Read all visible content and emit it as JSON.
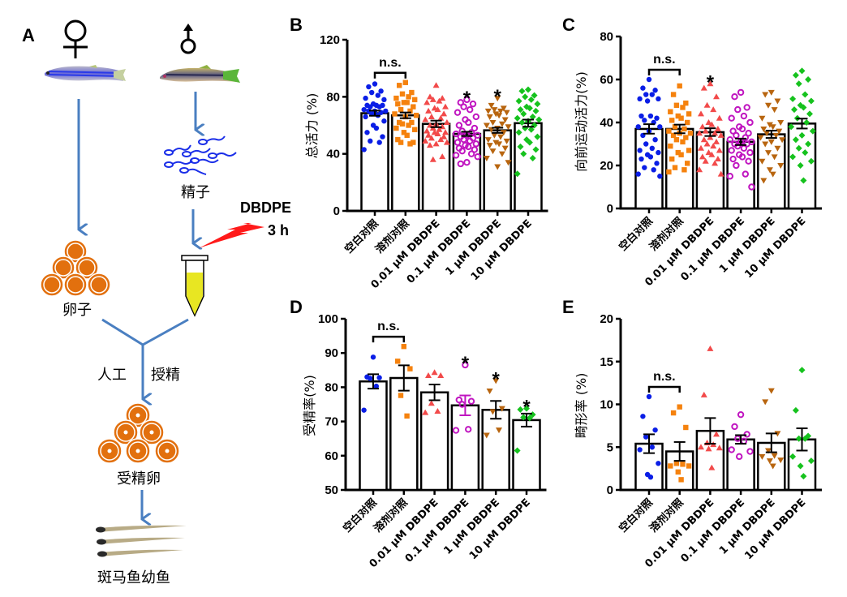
{
  "figure": {
    "panel_a": {
      "letter": "A",
      "female_symbol": "♀",
      "male_symbol": "♂",
      "sperm_label": "精子",
      "treatment_label": "DBDPE",
      "treatment_time": "3 h",
      "egg_label": "卵子",
      "fertilization_left": "人工",
      "fertilization_right": "授精",
      "fertilized_egg_label": "受精卵",
      "larvae_label": "斑马鱼幼鱼",
      "icons": [
        "female-zebrafish-icon",
        "male-zebrafish-icon",
        "sperm-icon",
        "lightning-bolt-icon",
        "test-tube-icon",
        "egg-cluster-icon",
        "fertilized-egg-cluster-icon",
        "larvae-icon"
      ],
      "colors": {
        "arrow": "#4a7fc1",
        "egg": "#e2700e",
        "tube_liquid": "#e8e622",
        "bolt": "#ff1a1a",
        "sperm": "#1a2ee8"
      }
    }
  },
  "chart_data": [
    {
      "panel": "B",
      "type": "bar",
      "title": "",
      "xlabel": "",
      "ylabel": "总活力 (%)",
      "ylim": [
        0,
        120
      ],
      "yticks": [
        0,
        40,
        80,
        120
      ],
      "categories": [
        "空白对照",
        "溶剂对照",
        "0.01 μM DBDPE",
        "0.1 μM DBDPE",
        "1 μM DBDPE",
        "10 μM DBDPE"
      ],
      "values": [
        68.5,
        67,
        61,
        54,
        56.5,
        61.5
      ],
      "sem": [
        1.8,
        2.0,
        2.3,
        1.5,
        1.8,
        2.5
      ],
      "significance": [
        "",
        "",
        "",
        "*",
        "*",
        ""
      ],
      "bracket": {
        "from": 0,
        "to": 1,
        "label": "n.s."
      },
      "points": [
        [
          89,
          87,
          84,
          83,
          81,
          79,
          78,
          75,
          74,
          74,
          74,
          73,
          73,
          71,
          70,
          70,
          70,
          69,
          68,
          67,
          66,
          63,
          60,
          58,
          55,
          52,
          49,
          48,
          43
        ],
        [
          90,
          88,
          83,
          82,
          80,
          79,
          78,
          76,
          76,
          75,
          73,
          71,
          70,
          68,
          67,
          66,
          62,
          62,
          61,
          60,
          58,
          57,
          55,
          53,
          50,
          48,
          48,
          47
        ],
        [
          88,
          80,
          79,
          78,
          77,
          76,
          73,
          72,
          71,
          70,
          68,
          66,
          65,
          64,
          62,
          61,
          60,
          59,
          58,
          57,
          56,
          55,
          55,
          54,
          53,
          52,
          51,
          50,
          49,
          48,
          47,
          46,
          38,
          36
        ],
        [
          78,
          76,
          75,
          73,
          71,
          69,
          66,
          64,
          62,
          60,
          58,
          56,
          55,
          54,
          53,
          53,
          52,
          51,
          50,
          49,
          48,
          47,
          46,
          45,
          44,
          43,
          42,
          40,
          39,
          38,
          34,
          33
        ],
        [
          79,
          74,
          72,
          71,
          70,
          70,
          69,
          68,
          67,
          66,
          64,
          62,
          61,
          60,
          59,
          58,
          57,
          55,
          53,
          52,
          50,
          49,
          48,
          47,
          46,
          44,
          42,
          40,
          37,
          34,
          31
        ],
        [
          85,
          84,
          81,
          80,
          78,
          77,
          75,
          73,
          72,
          71,
          70,
          68,
          66,
          65,
          64,
          63,
          62,
          60,
          58,
          57,
          55,
          52,
          50,
          48,
          45,
          43,
          40,
          37,
          26
        ]
      ],
      "series_colors": [
        "#0a1ee6",
        "#f5820e",
        "#f24a4a",
        "#c015c0",
        "#b8650f",
        "#16c21e"
      ],
      "markers": [
        "circle",
        "square",
        "triangle-up",
        "ring",
        "triangle-down",
        "diamond"
      ]
    },
    {
      "panel": "C",
      "type": "bar",
      "title": "",
      "xlabel": "",
      "ylabel": "向前运动活力(%)",
      "ylim": [
        0,
        80
      ],
      "yticks": [
        0,
        20,
        40,
        60,
        80
      ],
      "categories": [
        "空白对照",
        "溶剂对照",
        "0.01 μM DBDPE",
        "0.1 μM DBDPE",
        "1 μM DBDPE",
        "10 μM DBDPE"
      ],
      "values": [
        37,
        37,
        35.5,
        31,
        34.5,
        39.5
      ],
      "sem": [
        2.2,
        2.0,
        1.8,
        1.5,
        1.7,
        2.3
      ],
      "significance": [
        "",
        "",
        "*",
        "",
        "",
        ""
      ],
      "bracket": {
        "from": 0,
        "to": 1,
        "label": "n.s."
      },
      "points": [
        [
          60,
          56,
          55,
          53,
          53,
          51,
          51,
          50,
          43,
          43,
          42,
          41,
          40,
          38,
          38,
          36,
          34,
          32,
          30,
          28,
          27,
          26,
          25,
          24,
          23,
          21,
          19,
          18,
          16,
          15
        ],
        [
          57,
          53,
          49,
          48,
          47,
          45,
          44,
          43,
          42,
          41,
          40,
          38,
          37,
          36,
          35,
          35,
          34,
          33,
          32,
          31,
          29,
          27,
          26,
          25,
          23,
          21,
          19,
          18,
          17
        ],
        [
          58,
          56,
          52,
          48,
          46,
          44,
          42,
          40,
          39,
          38,
          37,
          36,
          35,
          35,
          34,
          33,
          32,
          31,
          30,
          29,
          28,
          27,
          26,
          25,
          24,
          23,
          22,
          21,
          18,
          16
        ],
        [
          54,
          52,
          47,
          46,
          43,
          42,
          40,
          38,
          37,
          36,
          35,
          34,
          33,
          32,
          31,
          31,
          30,
          30,
          29,
          28,
          27,
          26,
          25,
          24,
          23,
          22,
          20,
          16,
          15,
          10
        ],
        [
          54,
          53,
          50,
          48,
          46,
          42,
          40,
          39,
          38,
          37,
          36,
          35,
          34,
          33,
          32,
          31,
          30,
          28,
          26,
          24,
          22,
          20,
          18,
          16,
          13
        ],
        [
          64,
          62,
          60,
          58,
          53,
          51,
          50,
          48,
          47,
          46,
          44,
          42,
          40,
          38,
          36,
          34,
          32,
          30,
          28,
          26,
          24,
          22,
          20,
          13
        ]
      ],
      "series_colors": [
        "#0a1ee6",
        "#f5820e",
        "#f24a4a",
        "#c015c0",
        "#b8650f",
        "#16c21e"
      ],
      "markers": [
        "circle",
        "square",
        "triangle-up",
        "ring",
        "triangle-down",
        "diamond"
      ]
    },
    {
      "panel": "D",
      "type": "bar",
      "title": "",
      "xlabel": "",
      "ylabel": "受精率(%)",
      "ylim": [
        50,
        100
      ],
      "yticks": [
        50,
        60,
        70,
        80,
        90,
        100
      ],
      "categories": [
        "空白对照",
        "溶剂对照",
        "0.01 μM DBDPE",
        "0.1 μM DBDPE",
        "1 μM DBDPE",
        "10 μM DBDPE"
      ],
      "values": [
        81.7,
        82.7,
        78.5,
        74.7,
        73.4,
        70.4
      ],
      "sem": [
        2.1,
        3.7,
        2.3,
        2.9,
        2.6,
        1.9
      ],
      "significance": [
        "",
        "",
        "",
        "*",
        "*",
        "*"
      ],
      "bracket": {
        "from": 0,
        "to": 1,
        "label": "n.s."
      },
      "points": [
        [
          88.8,
          83.0,
          82.8,
          82.6,
          80.3,
          73.3
        ],
        [
          91.9,
          87.6,
          85.4,
          77.6,
          71.6
        ],
        [
          84.3,
          83.4,
          83.4,
          75.3,
          73.0,
          72.6
        ],
        [
          86.5,
          76.3,
          75.9,
          75.0,
          67.7,
          67.4
        ],
        [
          81.9,
          78.9,
          73.8,
          72.9,
          67.5,
          66.0
        ],
        [
          73.8,
          73.5,
          72.0,
          71.2,
          71.0,
          61.5
        ]
      ],
      "series_colors": [
        "#0a1ee6",
        "#f5820e",
        "#f24a4a",
        "#c015c0",
        "#b8650f",
        "#16c21e"
      ],
      "markers": [
        "circle",
        "square",
        "triangle-up",
        "ring",
        "triangle-down",
        "diamond"
      ]
    },
    {
      "panel": "E",
      "type": "bar",
      "title": "",
      "xlabel": "",
      "ylabel": "畸形率 (%)",
      "ylim": [
        0,
        20
      ],
      "yticks": [
        0,
        5,
        10,
        15,
        20
      ],
      "categories": [
        "空白对照",
        "溶剂对照",
        "0.01 μM DBDPE",
        "0.1 μM DBDPE",
        "1 μM DBDPE",
        "10 μM DBDPE"
      ],
      "values": [
        5.4,
        4.5,
        6.9,
        5.9,
        5.5,
        5.9
      ],
      "sem": [
        1.1,
        1.1,
        1.5,
        0.5,
        1.1,
        1.3
      ],
      "significance": [
        "",
        "",
        "",
        "",
        "",
        ""
      ],
      "bracket": {
        "from": 0,
        "to": 1,
        "label": "n.s."
      },
      "points": [
        [
          10.9,
          8.6,
          7.0,
          6.2,
          5.0,
          4.7,
          3.1,
          1.8,
          1.5
        ],
        [
          9.7,
          9.0,
          7.3,
          3.1,
          3.0,
          2.8,
          2.8,
          2.1,
          1.2
        ],
        [
          16.5,
          11.1,
          6.5,
          5.5,
          5.3,
          5.0,
          4.9,
          4.8,
          2.6
        ],
        [
          8.8,
          7.4,
          6.5,
          6.0,
          5.7,
          4.7,
          4.5,
          3.9
        ],
        [
          11.6,
          10.3,
          6.6,
          4.6,
          4.0,
          3.9,
          3.5,
          3.4,
          2.8
        ],
        [
          14.0,
          9.3,
          6.3,
          6.0,
          6.0,
          3.9,
          3.4,
          2.8,
          1.6
        ]
      ],
      "series_colors": [
        "#0a1ee6",
        "#f5820e",
        "#f24a4a",
        "#c015c0",
        "#b8650f",
        "#16c21e"
      ],
      "markers": [
        "circle",
        "square",
        "triangle-up",
        "ring",
        "triangle-down",
        "diamond"
      ]
    }
  ]
}
